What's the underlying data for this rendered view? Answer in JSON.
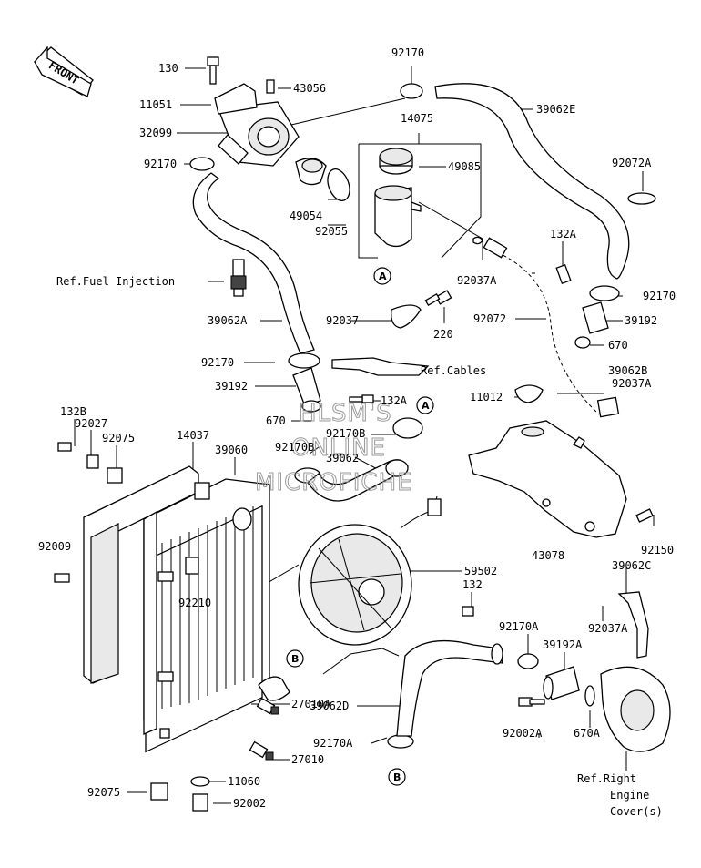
{
  "front_arrow": {
    "text": "FRONT"
  },
  "labels": {
    "l130": "130",
    "l11051": "11051",
    "l43056": "43056",
    "l32099": "32099",
    "l92170_top": "92170",
    "l92170_left": "92170",
    "l39062E": "39062E",
    "l14075": "14075",
    "l49085": "49085",
    "l92072A": "92072A",
    "l49054": "49054",
    "l92055": "92055",
    "l92037A_mid": "92037A",
    "l132A_top": "132A",
    "l92170_right": "92170",
    "l39192_right": "39192",
    "l670_right": "670",
    "ref_fuel": "Ref.Fuel Injection",
    "l220": "220",
    "l92037": "92037",
    "l92072": "92072",
    "l39062A": "39062A",
    "l92170_mid": "92170",
    "ref_cables": "Ref.Cables",
    "l39192_mid": "39192",
    "l132A_mid": "132A",
    "l670_mid": "670",
    "l11012": "11012",
    "l39062B": "39062B",
    "l92037A_right": "92037A",
    "l132B": "132B",
    "l92027": "92027",
    "l92075_top": "92075",
    "l14037": "14037",
    "l39060": "39060",
    "l92170B_a": "92170B",
    "l92170B_b": "92170B",
    "l39062": "39062",
    "l92009": "92009",
    "l43078": "43078",
    "l92150": "92150",
    "l59502": "59502",
    "l132": "132",
    "l39062C": "39062C",
    "l92210": "92210",
    "l92037A_low": "92037A",
    "l92170A_r": "92170A",
    "l39192A": "39192A",
    "l39062D": "39062D",
    "l27010A": "27010A",
    "l92170A_b": "92170A",
    "l27010": "27010",
    "l92002A": "92002A",
    "l670A": "670A",
    "l92075_bot": "92075",
    "l11060": "11060",
    "l92002": "92002",
    "ref_engine_1": "Ref.Right",
    "ref_engine_2": "Engine",
    "ref_engine_3": "Cover(s)"
  },
  "callouts": {
    "A1": "A",
    "A2": "A",
    "B1": "B",
    "B2": "B"
  },
  "watermark": {
    "line1": "HLSM'S",
    "line2": "ONLINE",
    "line3": "MICROFICHE"
  }
}
